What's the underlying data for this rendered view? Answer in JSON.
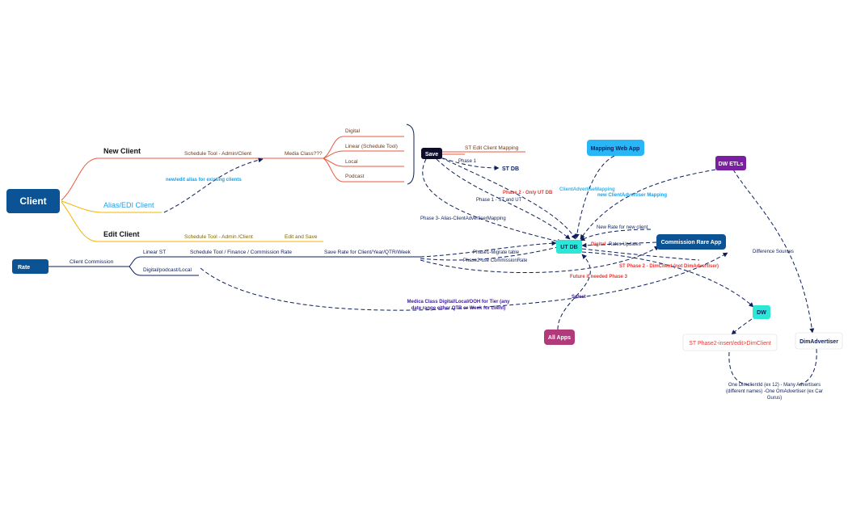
{
  "colors": {
    "client_blue": "#0b5394",
    "navy": "#0d1f5c",
    "red_branch": "#e85a3c",
    "yellow_branch": "#f4b400",
    "alias_blue": "#1ea0e6",
    "teal": "#2ce6d6",
    "purple": "#7b1fa2",
    "magenta": "#b03a7a",
    "sky": "#29b6f6",
    "red_text": "#e53935",
    "olive": "#7a6a00",
    "brown": "#6b3a1f",
    "indigo_text": "#3d1d99"
  },
  "nodes": {
    "client": "Client",
    "new_client": "New Client",
    "alias_client": "Alias/EDI Client",
    "edit_client": "Edit Client",
    "rate": "Rate",
    "save": "Save",
    "st_db": "ST DB",
    "ut_db": "UT DB",
    "mapping_web_app": "Mapping Web App",
    "commission_app": "Commission Rare App",
    "dw_etls": "DW ETLs",
    "dw": "DW",
    "all_apps": "All Apps",
    "st_phase2": "ST Phase2-insert/edit>DimClient",
    "dim_advertiser": "DimAdvertiser"
  },
  "labels": {
    "schedule_tool_admin_client": "Schedule Tool - Admin/Client",
    "media_class": "Media Class???",
    "digital": "Digital",
    "linear_schedule_tool": "Linear (Schedule Tool)",
    "local": "Local",
    "podcast": "Podcast",
    "new_edit_alias": "new/edit alias for existing clients",
    "schedule_tool_admin_client2": "Schedule Tool - Admin /Client",
    "edit_and_save": "Edit and Save",
    "client_commission": "Client Commission",
    "linear_st": "Linear ST",
    "schedule_tool_finance": "Schedule Tool / Finance / Commission Rate",
    "save_rate": "Save Rate for Client/Year/QTR/Week",
    "digital_podcast_local": "Digital/podcast/Local",
    "st_edit_client_mapping": "ST Edit Client Mapping",
    "phase1": "Phase 1",
    "phase2_only_ut": "Phase 2 - Only UT DB",
    "phase1_st_ut": "Phase 1 - ST and UT",
    "phase3_alias": "Phase 3- Alias-ClientAdvertiserMapping",
    "phase1_migrate": "Phase1-Migrate table",
    "phase2_use_commission": "Phase2-use CommissionRate",
    "client_advertise_mapping": "ClientAdvertiseMapping",
    "new_client_advertiser_mapping": "new ClientAdvertiser Mapping",
    "new_rate_new_client": "New Rate for new client",
    "digital_word": "Digital",
    "rates_updates": "Rates Updates",
    "st_phase2_dimclient": "ST Phase 2 - DimClient (not DimAdvertiser)",
    "future_phase3": "Future if needed Phase 3",
    "medica_class_1": "Medica Class Digital/Local/OOH for Tier (any",
    "medica_class_2": "date range either QTR or Week for client)",
    "select": "Select",
    "difference_sources": "Difference Sources",
    "one_dim_1": "One DimclientId (ex 12) - Many Advertisers",
    "one_dim_2": "(different names) -One OmAdvertiser (ex Car",
    "one_dim_3": "Gurus)"
  }
}
